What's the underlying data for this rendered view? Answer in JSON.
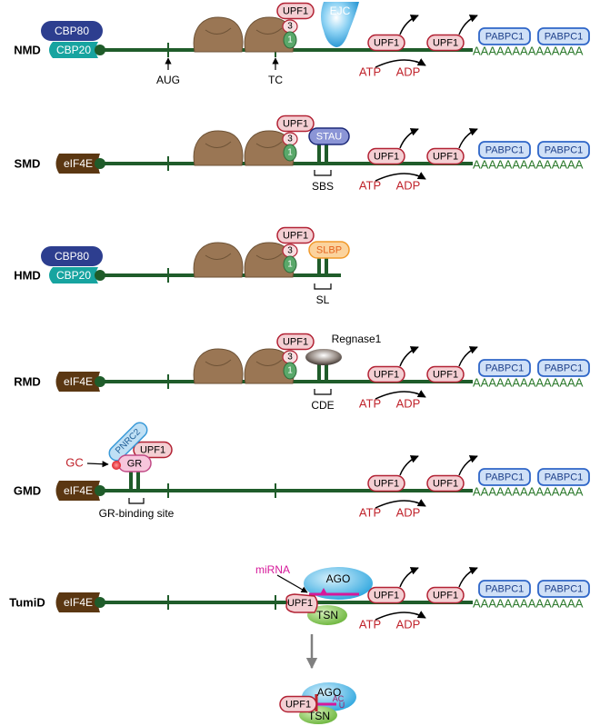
{
  "colors": {
    "mrna": "#1f5c2a",
    "upf1_fill": "#f4cfd3",
    "upf1_stroke": "#b22234",
    "pabpc1_fill": "#cfe0f7",
    "pabpc1_stroke": "#2f66c8",
    "ribosome": "#9a7654",
    "cbp80": "#2d3e8f",
    "cbp20": "#17a4a0",
    "eif4e": "#5b3712",
    "ejc": "#4fb3e6",
    "stau": "#3a4aa0",
    "slbp": "#f2a23a",
    "red_text": "#c0242c",
    "green_text": "#2d7a2d",
    "mirna": "#d6189a",
    "ago": "#45b8e8",
    "tsn": "#7cc247",
    "gr": "#e58fb5",
    "pnrc2": "#3a9ad8"
  },
  "icons": [
    "ribosome-icon",
    "cap-binding-icon",
    "ejc-icon",
    "stem-loop-icon",
    "atp-hydrolysis-arrow-icon"
  ],
  "labels": {
    "nmd": "NMD",
    "smd": "SMD",
    "hmd": "HMD",
    "rmd": "RMD",
    "gmd": "GMD",
    "tumid": "TumiD",
    "cbp80": "CBP80",
    "cbp20": "CBP20",
    "eif4e": "eIF4E",
    "upf1": "UPF1",
    "pabpc1": "PABPC1",
    "ejc": "EJC",
    "aug": "AUG",
    "tc": "TC",
    "atp": "ATP",
    "adp": "ADP",
    "poly_a": "AAAAAAAAAAAAAA",
    "three": "3",
    "one": "1",
    "stau": "STAU",
    "sbs": "SBS",
    "slbp": "SLBP",
    "sl": "SL",
    "regnase1": "Regnase1",
    "cde": "CDE",
    "gc": "GC",
    "gr": "GR",
    "pnrc2": "PNRC2",
    "gr_binding_site": "GR-binding site",
    "mirna": "miRNA",
    "ago": "AGO",
    "tsn": "TSN",
    "ac": "AC",
    "u": "U"
  }
}
